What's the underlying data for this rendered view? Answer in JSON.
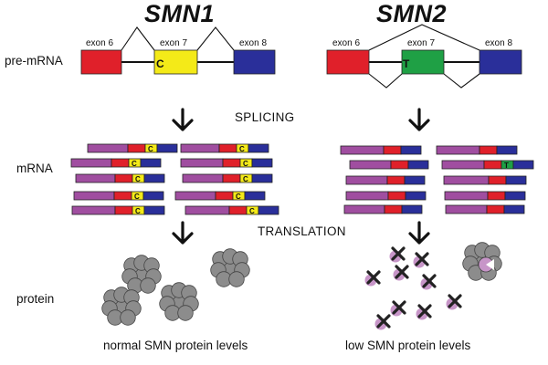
{
  "colors": {
    "exon6": "#e0202a",
    "exon7_smn1": "#f4ea18",
    "exon7_smn2": "#1fa045",
    "exon8": "#2a2f9a",
    "utr": "#a04ea0",
    "protein": "#8c8c8c",
    "degradation_mark": "#c795c8",
    "x_mark": "#222222"
  },
  "genes": {
    "smn1": "SMN1",
    "smn2": "SMN2"
  },
  "row_labels": {
    "pre_mrna": "pre-mRNA",
    "mrna": "mRNA",
    "protein": "protein"
  },
  "steps": {
    "splicing": "SPLICING",
    "translation": "TRANSLATION"
  },
  "exons": {
    "e6": "exon 6",
    "e7": "exon 7",
    "e8": "exon 8"
  },
  "nucleotides": {
    "smn1": "C",
    "smn2": "T"
  },
  "captions": {
    "smn1": "normal SMN protein levels",
    "smn2": "low SMN protein levels"
  },
  "icons": [
    "down-arrow-icon",
    "protein-cluster-icon",
    "degraded-protein-x-icon"
  ]
}
